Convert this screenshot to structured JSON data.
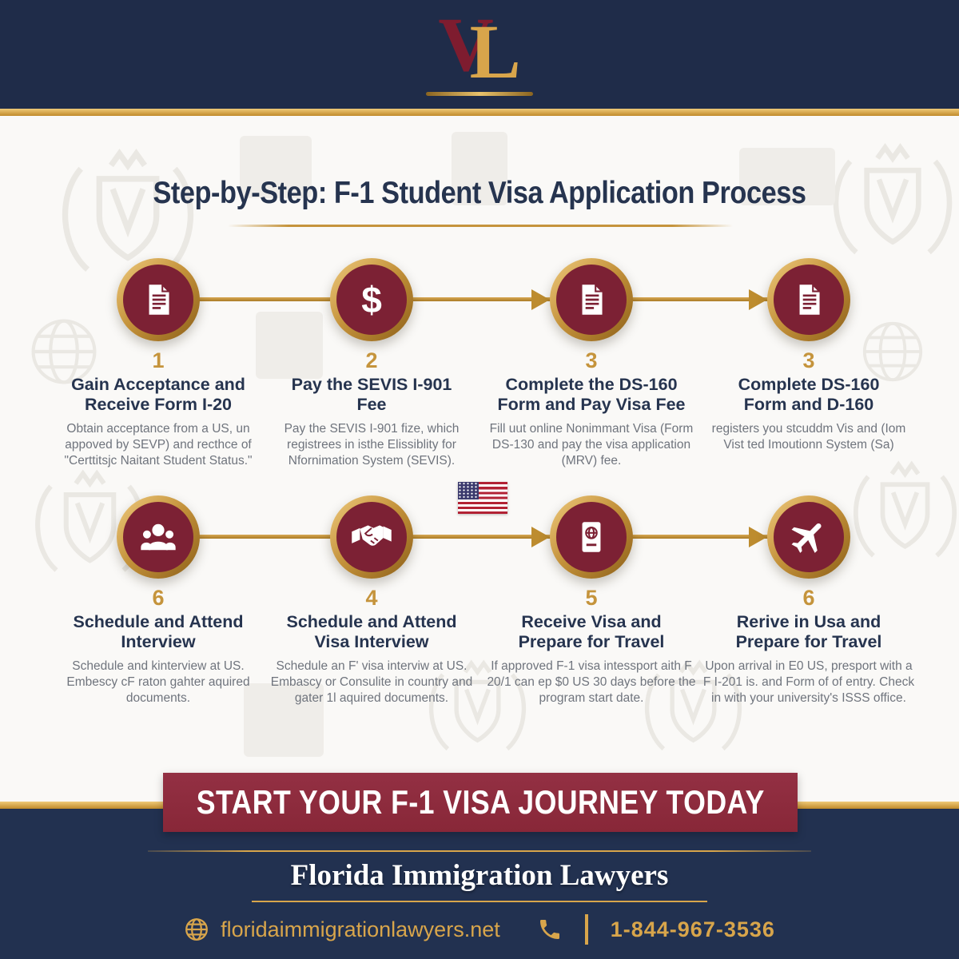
{
  "colors": {
    "navy": "#1f2c49",
    "gold": "#c5943c",
    "maroon_circle": "#7c2134",
    "banner_maroon": "#8e2b3c"
  },
  "header": {
    "logo_v": "V",
    "logo_l": "L"
  },
  "title": "Step-by-Step: F-1 Student Visa Application Process",
  "steps": [
    {
      "number": "1",
      "icon": "document-icon",
      "title_lines": [
        "Gain Acceptance and",
        "Receive Form I-20"
      ],
      "description": "Obtain acceptance from a US, un appoved by SEVP) and recthce of \"Certtitsjc Naitant Student Status.\""
    },
    {
      "number": "2",
      "icon": "dollar-icon",
      "title_lines": [
        "Pay the SEVIS I-901",
        "Fee"
      ],
      "description": "Pay the SEVIS I-901 fize, which registrees in isthe Elissiblity for Nfornimation System (SEVIS)."
    },
    {
      "number": "3",
      "icon": "document-icon",
      "title_lines": [
        "Complete the DS-160",
        "Form and Pay Visa Fee"
      ],
      "description": "Fill uut online Nonimmant Visa (Form DS-130 and pay the visa application (MRV) fee."
    },
    {
      "number": "3",
      "icon": "document-icon",
      "title_lines": [
        "Complete DS-160",
        "Form and D-160"
      ],
      "description": "registers you stcuddm Vis and (Iom Vist ted Imoutionn System (Sa)"
    },
    {
      "number": "6",
      "icon": "people-icon",
      "title_lines": [
        "Schedule and Attend",
        "Interview"
      ],
      "description": "Schedule and kinterview at US. Embescy cF raton gahter aquired documents."
    },
    {
      "number": "4",
      "icon": "handshake-icon",
      "title_lines": [
        "Schedule and Attend",
        "Visa Interview"
      ],
      "description": "Schedule an F' visa interviw at US. Embascy or Consulite in country and gater 1l aquired documents."
    },
    {
      "number": "5",
      "icon": "passport-icon",
      "title_lines": [
        "Receive Visa and",
        "Prepare for Travel"
      ],
      "description": "If approved F-1 visa intessport aith F 20/1 can ep $0 US 30 days before the program start date."
    },
    {
      "number": "6",
      "icon": "airplane-icon",
      "title_lines": [
        "Rerive in Usa and",
        "Prepare for Travel"
      ],
      "description": "Upon arrival in E0 US, presport with a F I-201 is. and Form of of entry. Check in with your university's ISSS office."
    }
  ],
  "banner": {
    "label": "START YOUR F-1 VISA JOURNEY TODAY"
  },
  "footer": {
    "brand": "Florida Immigration Lawyers",
    "website": "floridaimmigrationlawyers.net",
    "phone": "1-844-967-3536"
  }
}
